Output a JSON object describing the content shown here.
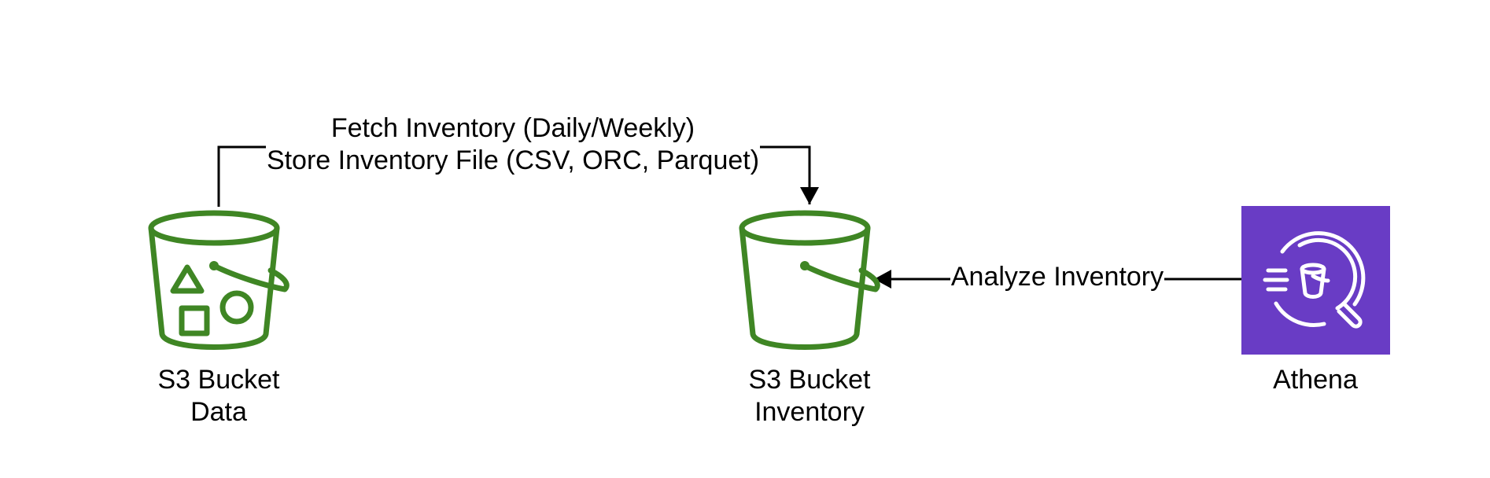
{
  "colors": {
    "bucket_stroke": "#3F8624",
    "athena_bg": "#693CC5",
    "athena_glyph": "#FFFFFF",
    "connector": "#000000",
    "background": "#FFFFFF"
  },
  "nodes": {
    "data_bucket": {
      "icon": "s3-bucket-with-objects-icon",
      "label_line1": "S3 Bucket",
      "label_line2": "Data"
    },
    "inventory_bucket": {
      "icon": "s3-bucket-icon",
      "label_line1": "S3 Bucket",
      "label_line2": "Inventory"
    },
    "athena": {
      "icon": "athena-icon",
      "label": "Athena"
    }
  },
  "edges": {
    "fetch": {
      "label_line1": "Fetch Inventory (Daily/Weekly)",
      "label_line2": "Store Inventory File (CSV, ORC, Parquet)"
    },
    "analyze": {
      "label": "Analyze Inventory"
    }
  }
}
